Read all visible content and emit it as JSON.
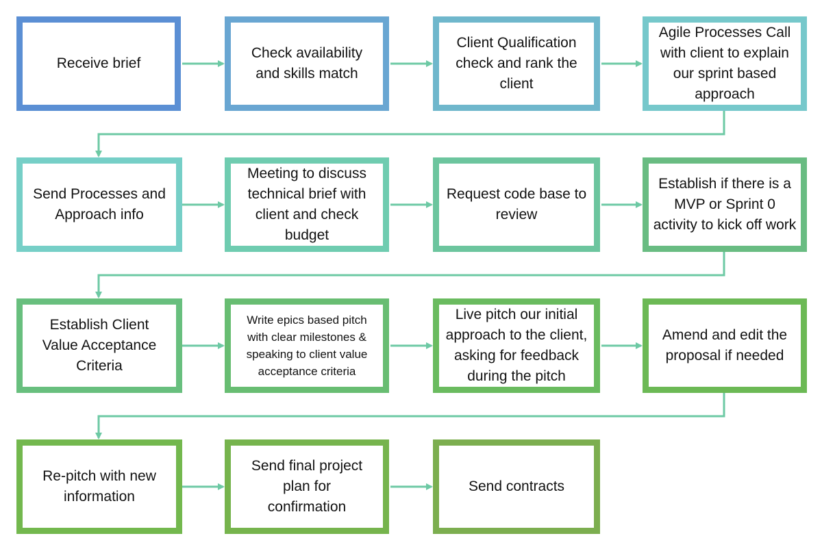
{
  "colors": {
    "arrow": "#6DC9A4",
    "row1": [
      "#5B8FD4",
      "#69A6D2",
      "#6FB7CC",
      "#76C8CB"
    ],
    "row2": [
      "#76CFC7",
      "#6FCCB0",
      "#6CC59E",
      "#69BC82"
    ],
    "row3": [
      "#68BF7E",
      "#68BD72",
      "#6ABB5F",
      "#6CB955"
    ],
    "row4": [
      "#73B84E",
      "#76B44D",
      "#7CAE4F"
    ]
  },
  "steps": [
    {
      "id": "receive-brief",
      "label": "Receive brief"
    },
    {
      "id": "check-availability",
      "label": "Check availability and skills match"
    },
    {
      "id": "client-qualification",
      "label": "Client Qualification check and rank the client"
    },
    {
      "id": "agile-processes-call",
      "label": "Agile Processes Call with client to explain our sprint based approach"
    },
    {
      "id": "send-processes",
      "label": "Send Processes and Approach info"
    },
    {
      "id": "meeting-technical-brief",
      "label": "Meeting to discuss technical brief with client and check budget"
    },
    {
      "id": "request-code-base",
      "label": "Request code base to review"
    },
    {
      "id": "establish-mvp",
      "label": "Establish if there is a MVP or Sprint 0 activity to kick off work"
    },
    {
      "id": "establish-criteria",
      "label": "Establish Client Value Acceptance Criteria"
    },
    {
      "id": "write-epics",
      "label": "Write epics based pitch with clear milestones & speaking to client value acceptance criteria"
    },
    {
      "id": "live-pitch",
      "label": "Live pitch our initial approach to the client, asking for feedback during the pitch"
    },
    {
      "id": "amend-proposal",
      "label": "Amend and edit the proposal if needed"
    },
    {
      "id": "re-pitch",
      "label": "Re-pitch with new information"
    },
    {
      "id": "send-final-plan",
      "label": "Send final project plan for confirmation"
    },
    {
      "id": "send-contracts",
      "label": "Send contracts"
    }
  ]
}
